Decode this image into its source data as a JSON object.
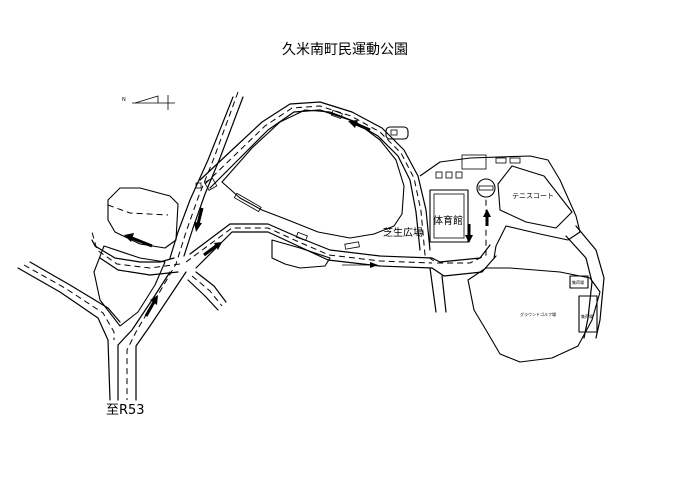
{
  "map": {
    "title": "久米南町民運動公園",
    "north_label": "N",
    "direction_label": "至R53",
    "labels": {
      "lawn_plaza": "芝生広場",
      "gymnasium": "体育館",
      "tennis_court": "テニスコート",
      "ground_golf": "グラウンドゴルフ場",
      "building_a": "集荷場",
      "building_b": "集荷場"
    }
  }
}
